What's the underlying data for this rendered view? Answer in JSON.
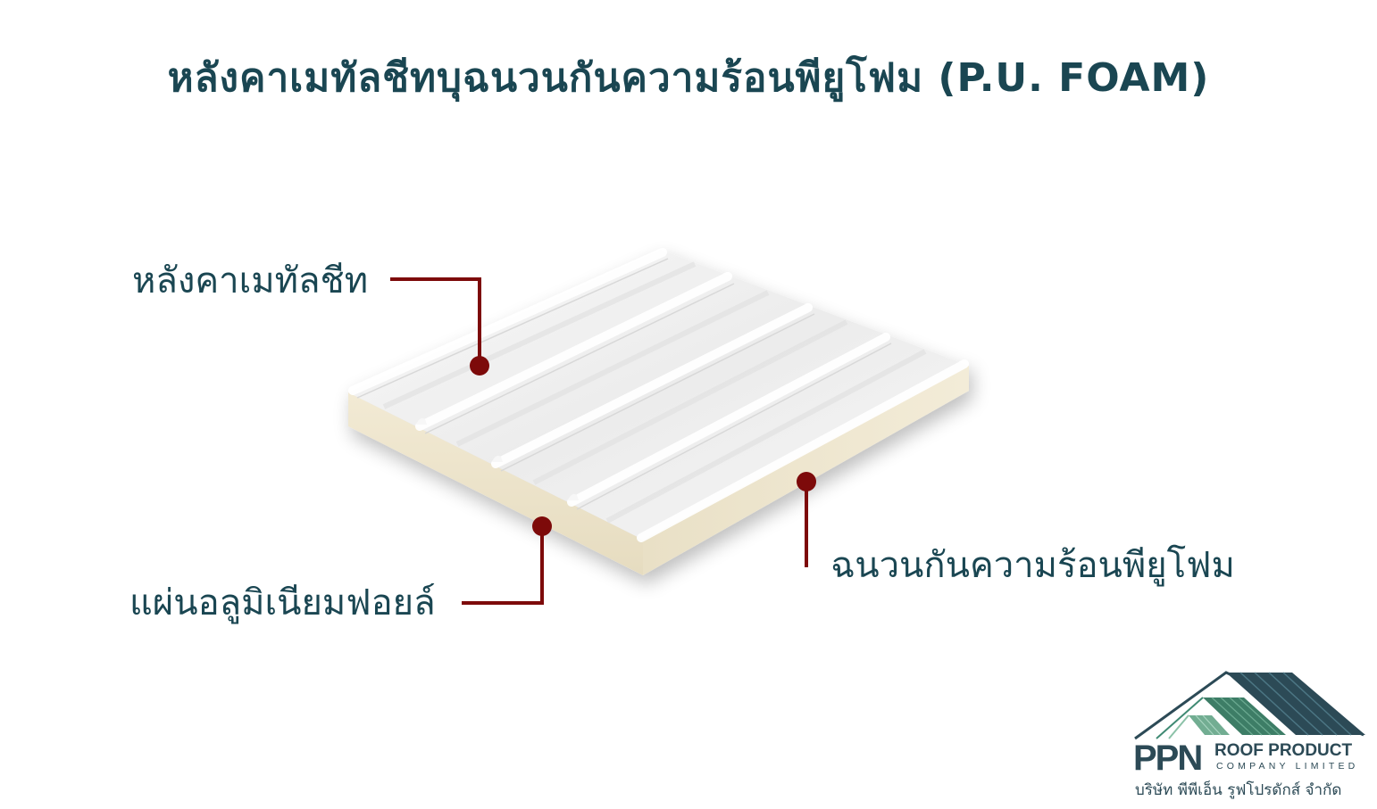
{
  "title": "หลังคาเมทัลชีทบุฉนวนกันความร้อนพียูโฟม (P.U. FOAM)",
  "diagram": {
    "subject": "PU foam insulated metal sheet roof panel",
    "callouts": [
      {
        "id": "metal-sheet",
        "label": "หลังคาเมทัลชีท"
      },
      {
        "id": "aluminium-foil",
        "label": "แผ่นอลูมิเนียมฟอยล์"
      },
      {
        "id": "pu-foam",
        "label": "ฉนวนกันความร้อนพียูโฟม"
      }
    ],
    "colors": {
      "text": "#1a4652",
      "callout_line": "#7d0a0a",
      "sheet": "#f4f4f4",
      "foam": "#efe6cf"
    }
  },
  "logo": {
    "mark": "PPN",
    "name": "ROOF PRODUCT",
    "subtitle": "COMPANY LIMITED",
    "thai_name": "บริษัท พีพีเอ็น รูฟโปรดักส์ จำกัด",
    "icon": "roof-icon"
  }
}
